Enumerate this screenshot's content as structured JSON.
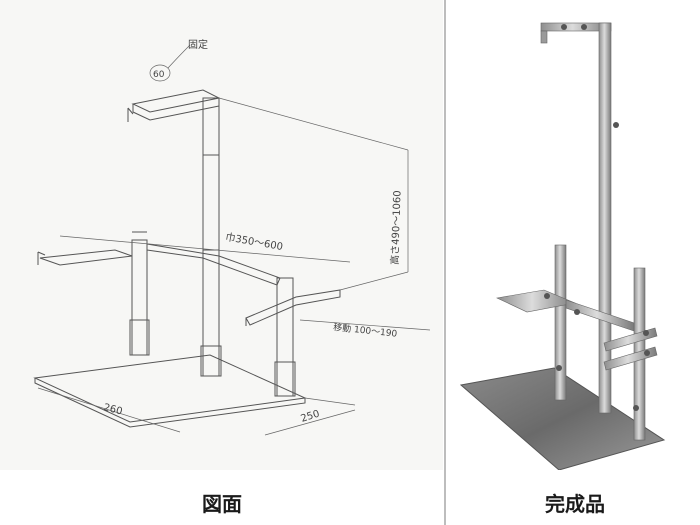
{
  "captions": {
    "drawing": "図面",
    "finished": "完成品"
  },
  "drawing_labels": {
    "fixed_note": "固定",
    "circle_value": "60",
    "width_range": "巾350〜600",
    "height_range": "高さ490〜1060",
    "stroke_range": "移動 100〜190",
    "base_width": "260",
    "base_depth": "250"
  },
  "colors": {
    "divider": "#bdbdbd",
    "sketch_ink": "#555555",
    "steel": "#b9b9b9",
    "base_plate": "#707070"
  }
}
